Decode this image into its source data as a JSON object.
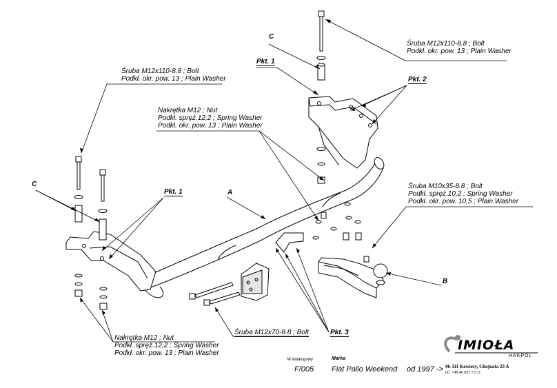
{
  "labels": {
    "bolt_top_right": [
      "Śruba M12x110-8.8 ;  Bolt",
      "Podkł. okr. pow. 13 ; Plain Washer"
    ],
    "bolt_left": [
      "Śruba M12x110-8.8 ; Bolt",
      "Podkł. okr. pow. 13 ; Plain Washer"
    ],
    "nut_center": [
      "Nakrętka  M12 ; Nut",
      "Podkł. spręż.12,2 ; Spring Washer",
      "Podkł. okr. pow. 13 ; Plain Washer"
    ],
    "bolt_m10": [
      "Śruba M10x35-8.8 ;  Bolt",
      "Podkł. spręż.10,2 ; Spring Washer",
      "Podkł. okr. pow. 10,5 ; Plain Washer"
    ],
    "bolt_m12x70": "Śruba M12x70-8.8 ;  Bolt",
    "nut_bottom": [
      "Nakrętka  M12 ; Nut",
      "Podkł. spręż.12,2 ; Spring Washer",
      "Podkł. okr. pow. 13 ; Plain Washer"
    ]
  },
  "tags": {
    "c_top": "C",
    "c_left": "C",
    "pkt1_top": "Pkt. 1",
    "pkt1_left": "Pkt. 1",
    "pkt2": "Pkt. 2",
    "pkt3": "Pkt. 3",
    "a": "A",
    "b": "B"
  },
  "footer": {
    "catalog_label": "Nr katalogowy",
    "catalog_number": "F/005",
    "brand_label": "Marka",
    "model": "Fiat Palio Weekend",
    "year": "od  1997 ->"
  },
  "logo": {
    "name": "IMIOŁA",
    "sub": "HAKPOL",
    "address": "96-111 Kowiesy, Chojnata 23 A",
    "phone": "tel. +48 46 831 73 31",
    "accent": "#8a8a8a"
  },
  "icons": [
    "tow-bar-drawing",
    "bolt-icon",
    "washer-icon",
    "nut-icon",
    "socket-plate-icon",
    "tow-ball-icon"
  ]
}
